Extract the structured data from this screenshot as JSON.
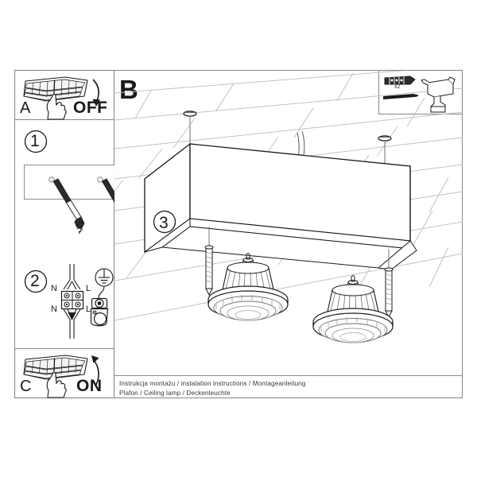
{
  "document": {
    "kind": "installation-instruction-sheet",
    "background_color": "#ffffff",
    "line_color": "#1a1a1a",
    "light_line_color": "#b9b9b9"
  },
  "panels": {
    "power_off": {
      "id": "A",
      "letter": "A",
      "action_label": "OFF",
      "icon": "wall-switch-hand-icon",
      "arrow": "curved-arrow-down-icon"
    },
    "power_on": {
      "id": "C",
      "letter": "C",
      "action_label": "ON",
      "icon": "wall-switch-hand-icon",
      "arrow": "curved-arrow-up-icon"
    },
    "step_one": {
      "number": "1",
      "icon": "ceiling-screws-icon",
      "description_visible": false
    },
    "step_two": {
      "number": "2",
      "icon": "terminal-block-wiring-icon",
      "terminal_labels_top": [
        "N",
        "L"
      ],
      "terminal_labels_bottom": [
        "N",
        "L"
      ],
      "ground_symbol": "earth-ground-icon"
    },
    "step_three": {
      "number": "3",
      "icon": "ceiling-lamp-assembly-icon"
    },
    "main_illustration": {
      "letter": "B",
      "icon": "ceiling-lamp-perspective-icon"
    },
    "parts_box": {
      "wall_plug_quantity": "x2",
      "items": [
        "wall-plug-icon",
        "screw-icon",
        "drill-icon"
      ]
    }
  },
  "footer": {
    "line1": "Instrukcja montażu / instalation instructions / Montageanleitung",
    "line2": "Plafon / Ceiling lamp / Deckenleuchte"
  }
}
